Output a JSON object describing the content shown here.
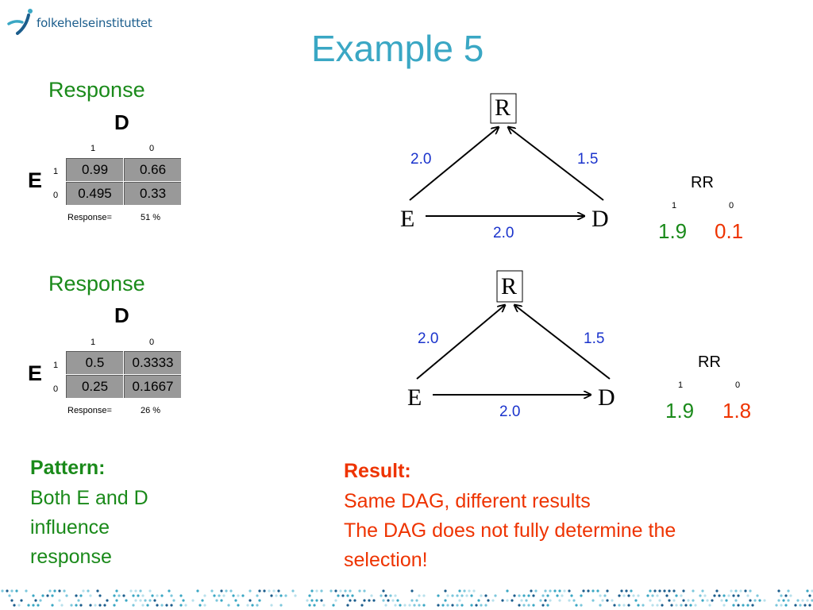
{
  "logo": {
    "text": "folkehelseinstituttet"
  },
  "title": "Example 5",
  "panels": [
    {
      "response_label": "Response",
      "d_label": "D",
      "e_label": "E",
      "col_headers": [
        "1",
        "0"
      ],
      "row_headers": [
        "1",
        "0"
      ],
      "cells": [
        [
          "0.99",
          "0.66"
        ],
        [
          "0.495",
          "0.33"
        ]
      ],
      "response_text": "Response=",
      "response_value": "51 %",
      "dag": {
        "nodes": {
          "r": "R",
          "e": "E",
          "d": "D"
        },
        "edge_er": "2.0",
        "edge_dr": "1.5",
        "edge_ed": "2.0"
      },
      "rr": {
        "title": "RR",
        "col_headers": [
          "1",
          "0"
        ],
        "values": [
          "1.9",
          "0.1"
        ]
      }
    },
    {
      "response_label": "Response",
      "d_label": "D",
      "e_label": "E",
      "col_headers": [
        "1",
        "0"
      ],
      "row_headers": [
        "1",
        "0"
      ],
      "cells": [
        [
          "0.5",
          "0.3333"
        ],
        [
          "0.25",
          "0.1667"
        ]
      ],
      "response_text": "Response=",
      "response_value": "26 %",
      "dag": {
        "nodes": {
          "r": "R",
          "e": "E",
          "d": "D"
        },
        "edge_er": "2.0",
        "edge_dr": "1.5",
        "edge_ed": "2.0"
      },
      "rr": {
        "title": "RR",
        "col_headers": [
          "1",
          "0"
        ],
        "values": [
          "1.9",
          "1.8"
        ]
      }
    }
  ],
  "pattern": {
    "heading": "Pattern:",
    "lines": [
      "Both E and D",
      "influence",
      "response"
    ]
  },
  "result": {
    "heading": "Result:",
    "lines": [
      "Same DAG, different results",
      "The DAG does not fully determine the",
      "selection!"
    ]
  },
  "colors": {
    "title": "#3aa7c4",
    "green": "#1a8a1a",
    "red": "#ee3300",
    "blue": "#1a33cc",
    "cell_bg": "#999999",
    "logo": "#1b5d8c"
  }
}
